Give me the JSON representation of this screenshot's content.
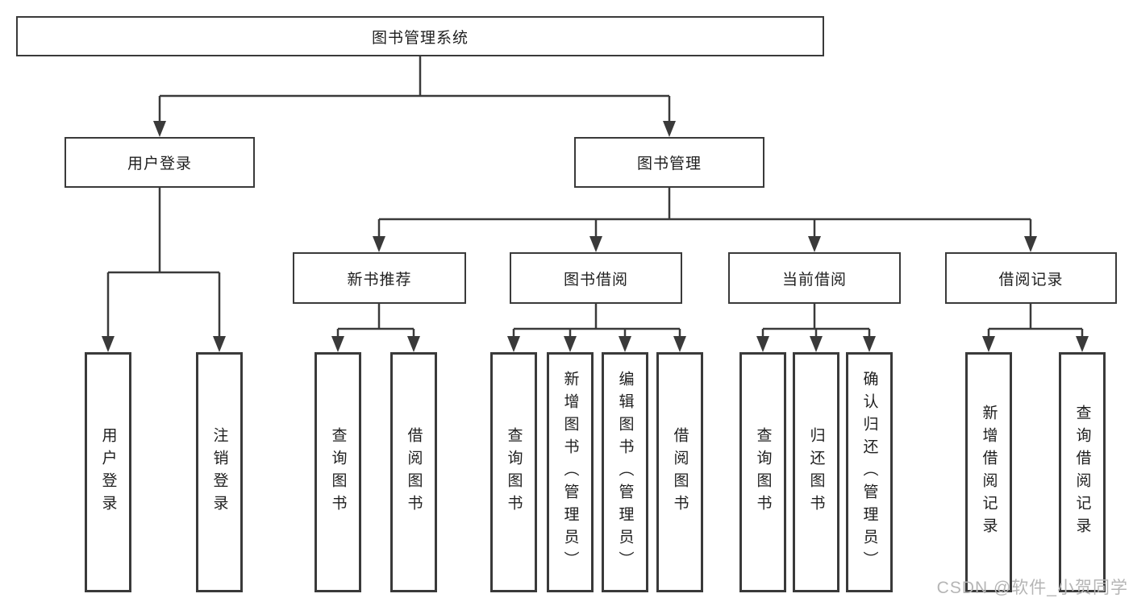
{
  "tree": {
    "root": "图书管理系统",
    "user_branch": {
      "label": "用户登录",
      "children": [
        "用户登录",
        "注销登录"
      ]
    },
    "book_branch": {
      "label": "图书管理",
      "groups": [
        {
          "label": "新书推荐",
          "children": [
            "查询图书",
            "借阅图书"
          ]
        },
        {
          "label": "图书借阅",
          "children": [
            "查询图书",
            "新增图书（管理员）",
            "编辑图书（管理员）",
            "借阅图书"
          ]
        },
        {
          "label": "当前借阅",
          "children": [
            "查询图书",
            "归还图书",
            "确认归还（管理员）"
          ]
        },
        {
          "label": "借阅记录",
          "children": [
            "新增借阅记录",
            "查询借阅记录"
          ]
        }
      ]
    }
  },
  "watermark": "CSDN @软件_小贺同学",
  "colors": {
    "line": "#3a3a3a",
    "border": "#3a3a3a",
    "fill": "#ffffff",
    "text": "#1f1f1f",
    "watermark": "#b5b5b5"
  }
}
